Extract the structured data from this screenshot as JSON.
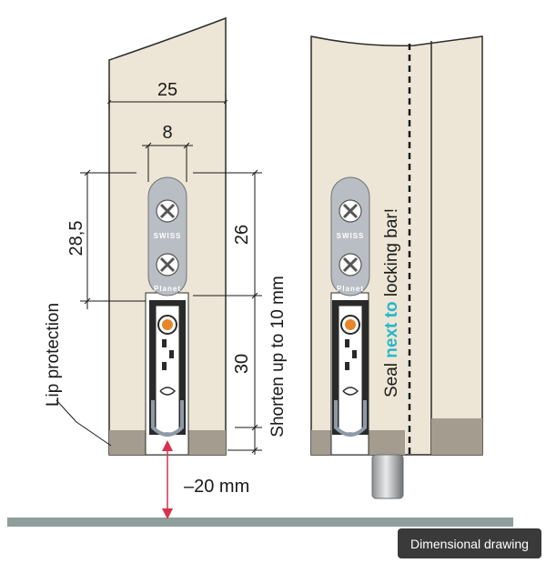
{
  "dimensions": {
    "width_25": "25",
    "width_8": "8",
    "height_28_5": "28,5",
    "height_26": "26",
    "height_30": "30",
    "gap": "–20 mm"
  },
  "labels": {
    "lip_protection": "Lip protection",
    "shorten": "Shorten up to 10 mm",
    "seal_prefix": "Seal ",
    "seal_highlight": "next to",
    "seal_suffix": " locking bar!"
  },
  "product": {
    "brand_small": "SWISS",
    "brand": "Planet"
  },
  "caption": "Dimensional drawing",
  "colors": {
    "door": "#ede6d6",
    "door_stroke": "#2c2c2c",
    "bottom_strip": "#a39c8f",
    "floor": "#8e9e9a",
    "plate": "#b9bec4",
    "accent_orange": "#e8862b",
    "highlight_cyan": "#29b6c8",
    "arrow_red": "#d9314b"
  }
}
